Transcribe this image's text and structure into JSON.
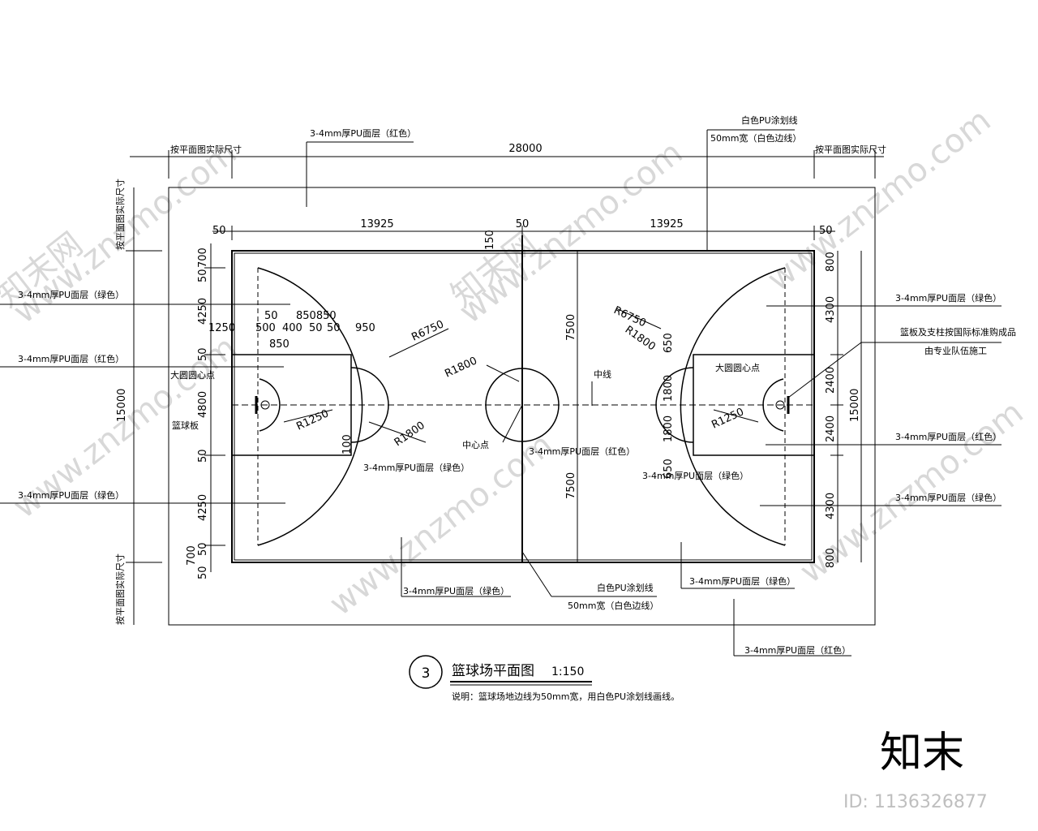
{
  "title": {
    "number": "3",
    "text": "篮球场平面图",
    "scale": "1:150",
    "note": "说明：篮球场地边线为50mm宽，用白色PU涂划线画线。"
  },
  "watermark": {
    "logo": "知末",
    "id": "ID: 1136326877",
    "site": "www.znzmo.com",
    "brand": "知末网"
  },
  "dims": {
    "overall_length": "28000",
    "overall_width": "15000",
    "half_length": "13925",
    "line_width": "50",
    "center_mark": "150",
    "half_court": "7500",
    "by_site": "按平面图实际尺寸",
    "left_top": [
      "700",
      "50",
      "4250",
      "50",
      "4800",
      "50",
      "4250",
      "50",
      "700",
      "50"
    ],
    "right_side": [
      "800",
      "4300",
      "2400",
      "2400",
      "4300",
      "800"
    ],
    "row_a": [
      "50",
      "850850"
    ],
    "row_b": [
      "1250",
      "500",
      "400",
      "50",
      "50",
      "950"
    ],
    "row_c": "850",
    "key_small": "100",
    "right_650": "650",
    "right_1800a": "1800",
    "right_1800b": "1800",
    "right_650b": "650",
    "r6750": "R6750",
    "r1800": "R1800",
    "r1250": "R1250"
  },
  "labels": {
    "pu_red": "3-4mm厚PU面层（红色）",
    "pu_green": "3-4mm厚PU面层（绿色）",
    "white_line": "白色PU涂划线",
    "line_50": "50mm宽（白色边线）",
    "big_circle_point": "大圆圆心点",
    "backboard": "篮球板",
    "center_point": "中心点",
    "center_line": "中线",
    "hoop_note_1": "篮板及支柱按国际标准购成品",
    "hoop_note_2": "由专业队伍施工"
  }
}
